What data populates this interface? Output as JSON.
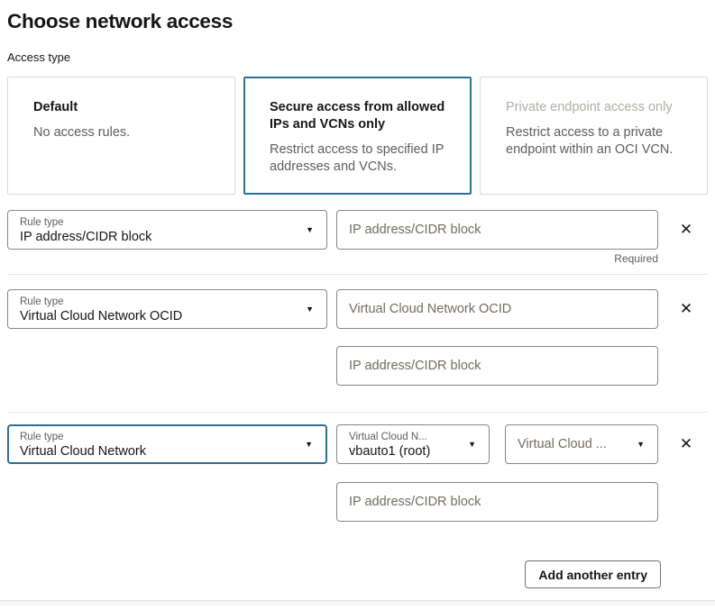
{
  "page": {
    "title": "Choose network access",
    "access_type_label": "Access type"
  },
  "icons": {
    "dropdown_caret": "▼",
    "close": "✕"
  },
  "colors": {
    "accent": "#2f7090",
    "text": "#161513",
    "muted_text": "#5f5d5a",
    "disabled_text": "#b0aca8",
    "field_border": "#8b8682",
    "card_border": "#dcdad8",
    "divider": "#e9e7e5"
  },
  "access_cards": [
    {
      "title": "Default",
      "description": "No access rules.",
      "state": "normal"
    },
    {
      "title": "Secure access from allowed IPs and VCNs only",
      "description": "Restrict access to specified IP addresses and VCNs.",
      "state": "selected"
    },
    {
      "title": "Private endpoint access only",
      "description": "Restrict access to a private endpoint within an OCI VCN.",
      "state": "disabled"
    }
  ],
  "rules": [
    {
      "rule_type_label": "Rule type",
      "rule_type_value": "IP address/CIDR block",
      "ip_placeholder": "IP address/CIDR block",
      "required_label": "Required"
    },
    {
      "rule_type_label": "Rule type",
      "rule_type_value": "Virtual Cloud Network OCID",
      "ocid_placeholder": "Virtual Cloud Network OCID",
      "ip_placeholder": "IP address/CIDR block"
    },
    {
      "rule_type_label": "Rule type",
      "rule_type_value": "Virtual Cloud Network",
      "vcn_label": "Virtual Cloud N...",
      "vcn_value": "vbauto1 (root)",
      "vcn2_placeholder": "Virtual Cloud ...",
      "ip_placeholder": "IP address/CIDR block"
    }
  ],
  "actions": {
    "add_another_entry": "Add another entry"
  }
}
